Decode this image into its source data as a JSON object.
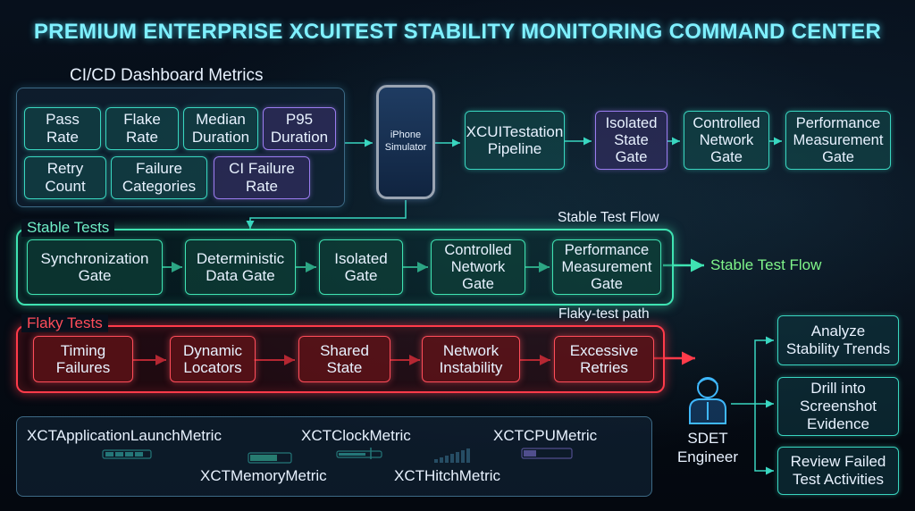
{
  "title": "PREMIUM ENTERPRISE XCUITEST STABILITY MONITORING COMMAND CENTER",
  "metrics_section": {
    "label": "CI/CD Dashboard Metrics",
    "items": [
      "Pass\nRate",
      "Flake\nRate",
      "Median\nDuration",
      "P95\nDuration",
      "Retry\nCount",
      "Failure\nCategories",
      "CI Failure\nRate"
    ]
  },
  "simulator": {
    "label": "iPhone\nSimulator"
  },
  "top_pipeline": [
    "XCUITestation\nPipeline",
    "Isolated\nState\nGate",
    "Controlled\nNetwork\nGate",
    "Performance\nMeasurement\nGate"
  ],
  "stable": {
    "tag": "Stable Tests",
    "caption": "Stable Test Flow",
    "output": "Stable Test Flow",
    "gates": [
      "Synchronization\nGate",
      "Deterministic\nData Gate",
      "Isolated\nGate",
      "Controlled\nNetwork\nGate",
      "Performance\nMeasurement\nGate"
    ]
  },
  "flaky": {
    "tag": "Flaky Tests",
    "caption": "Flaky-test path",
    "stages": [
      "Timing\nFailures",
      "Dynamic\nLocators",
      "Shared\nState",
      "Network\nInstability",
      "Excessive\nRetries"
    ]
  },
  "xct_metrics": {
    "launch": "XCTApplicationLaunchMetric",
    "clock": "XCTClockMetric",
    "cpu": "XCTCPUMetric",
    "memory": "XCTMemoryMetric",
    "hitch": "XCTHitchMetric"
  },
  "engineer": {
    "label": "SDET\nEngineer"
  },
  "actions": [
    "Analyze\nStability Trends",
    "Drill into\nScreenshot\nEvidence",
    "Review Failed\nTest Activities"
  ],
  "colors": {
    "stable": "#3fe3b2",
    "flaky": "#ff3b4a",
    "accent": "#39d6c0",
    "purple": "#9a7cf0",
    "title": "#7ff0ff"
  }
}
